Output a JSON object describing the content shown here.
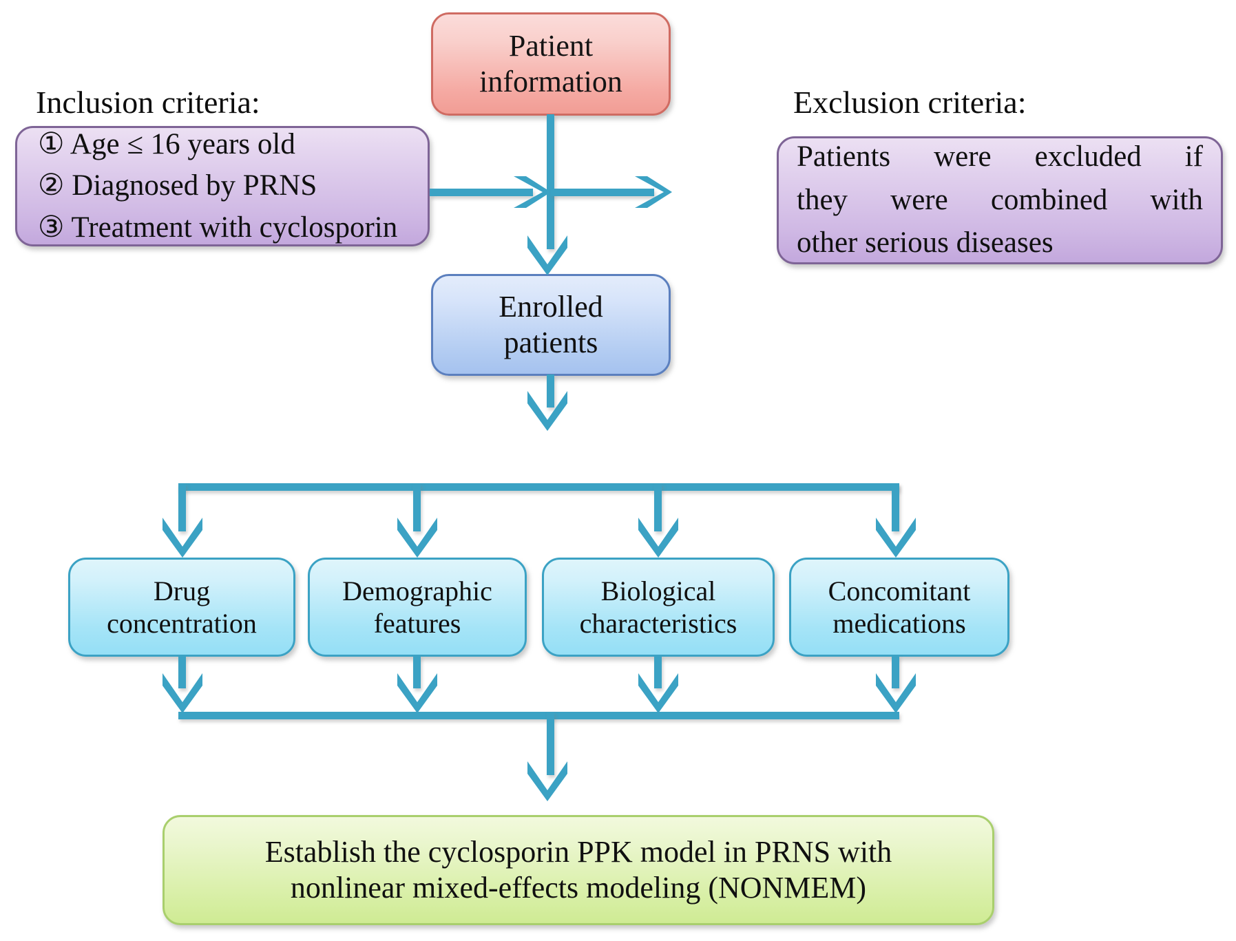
{
  "diagram": {
    "title": "Cyclosporin PPK study flowchart",
    "accent_color": "#3ba2c4"
  },
  "captions": {
    "inclusion_label": "Inclusion criteria:",
    "exclusion_label": "Exclusion criteria:"
  },
  "nodes": {
    "patient_information": {
      "label": "Patient\ninformation",
      "line1": "Patient",
      "line2": "information",
      "color": "#f4a9a1",
      "border": "#cf6b62"
    },
    "inclusion_box": {
      "items": [
        "① Age ≤ 16 years old",
        "② Diagnosed by PRNS",
        "③ Treatment with cyclosporin"
      ],
      "color": "#cdb5e3",
      "border": "#7e6496"
    },
    "exclusion_box": {
      "line1": "Patients were excluded if",
      "line2": "they were combined with",
      "line3": "other serious diseases",
      "text": "Patients were excluded if they were combined with other serious diseases",
      "color": "#cdb5e3",
      "border": "#7e6496"
    },
    "enrolled_patients": {
      "line1": "Enrolled",
      "line2": "patients",
      "color": "#b4cdf2",
      "border": "#5b7fbe"
    },
    "covariates": [
      {
        "line1": "Drug",
        "line2": "concentration"
      },
      {
        "line1": "Demographic",
        "line2": "features"
      },
      {
        "line1": "Biological",
        "line2": "characteristics"
      },
      {
        "line1": "Concomitant",
        "line2": "medications"
      }
    ],
    "covariate_color": "#a5e4f7",
    "covariate_border": "#3ba2c4",
    "final_model": {
      "line1": "Establish the cyclosporin PPK model in PRNS with",
      "line2": "nonlinear mixed-effects modeling (NONMEM)",
      "color": "#d8efa6",
      "border": "#a9cf6d"
    }
  }
}
